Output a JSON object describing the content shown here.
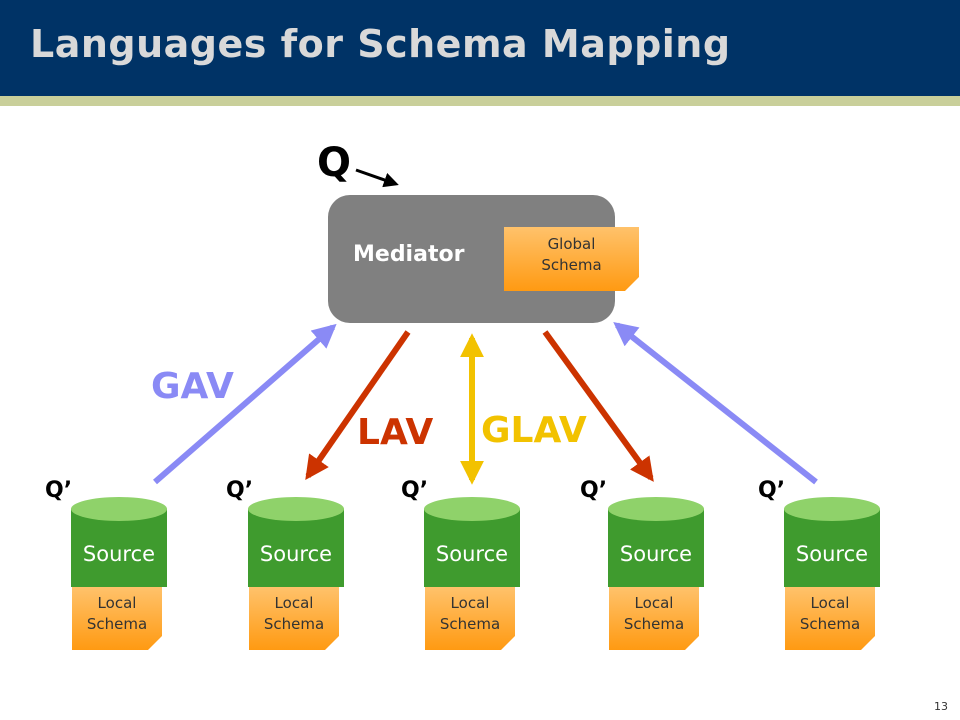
{
  "title": "Languages for Schema Mapping",
  "query_label": "Q",
  "mediator": {
    "label": "Mediator",
    "global_schema": [
      "Global",
      "Schema"
    ]
  },
  "mappings": {
    "gav": "GAV",
    "lav": "LAV",
    "glav": "GLAV"
  },
  "colors": {
    "gav": "#8a8af5",
    "lav": "#cc3300",
    "glav": "#f2c200",
    "header": "#003366",
    "source": "#3f9b2e",
    "schema": "#ff9a12"
  },
  "sources": [
    {
      "query": "Q’",
      "label": "Source",
      "schema": [
        "Local",
        "Schema"
      ]
    },
    {
      "query": "Q’",
      "label": "Source",
      "schema": [
        "Local",
        "Schema"
      ]
    },
    {
      "query": "Q’",
      "label": "Source",
      "schema": [
        "Local",
        "Schema"
      ]
    },
    {
      "query": "Q’",
      "label": "Source",
      "schema": [
        "Local",
        "Schema"
      ]
    },
    {
      "query": "Q’",
      "label": "Source",
      "schema": [
        "Local",
        "Schema"
      ]
    }
  ],
  "page_number": "13"
}
